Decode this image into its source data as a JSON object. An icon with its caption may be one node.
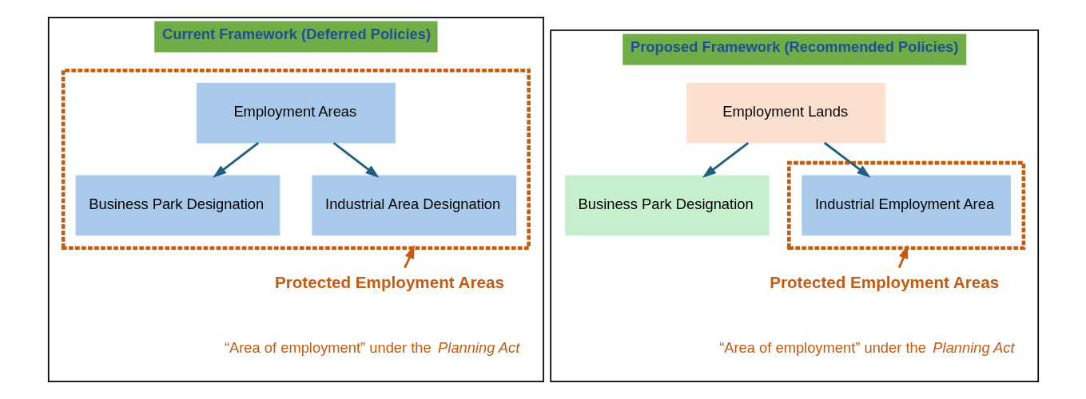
{
  "diagram": {
    "nodes": [
      {
        "text": [
          "Current Framework (Deferred Policies)"
        ]
      },
      {
        "text": [],
        "shape": "box",
        "in": 0
      },
      {
        "text": [
          "Employment Areas"
        ],
        "in": 1
      },
      {
        "text": [
          "Business Park Designation"
        ],
        "in": 1
      },
      {
        "text": [
          "Industrial Area Designation"
        ],
        "in": 1
      },
      {
        "text": [
          "Protected Employment Areas"
        ],
        "in": 0
      },
      {
        "text": [
          "Proposed Framework (Recommended Policies)"
        ]
      },
      {
        "text": [
          "Employment Lands"
        ],
        "in": 6
      },
      {
        "text": [
          "Business Park Designation"
        ],
        "in": 6
      },
      {
        "text": [],
        "shape": "box",
        "in": 6
      },
      {
        "text": [
          "Industrial Employment Area"
        ],
        "in": 9
      },
      {
        "text": [
          "Protected Employment Areas"
        ],
        "in": 6
      }
    ],
    "edges": [
      {
        "from": 2,
        "to": 3,
        "arrow": "to"
      },
      {
        "from": 2,
        "to": 4,
        "arrow": "to"
      },
      {
        "from": 5,
        "to": 1,
        "arrow": "to",
        "color": "#c55a11"
      },
      {
        "from": 7,
        "to": 8,
        "arrow": "to"
      },
      {
        "from": 7,
        "to": 10,
        "arrow": "to"
      },
      {
        "from": 11,
        "to": 9,
        "arrow": "to",
        "color": "#c55a11"
      }
    ],
    "labels": [
      "“Area of employment” under the *Planning Act*",
      "“Area of employment” under the *Planning Act*"
    ]
  }
}
